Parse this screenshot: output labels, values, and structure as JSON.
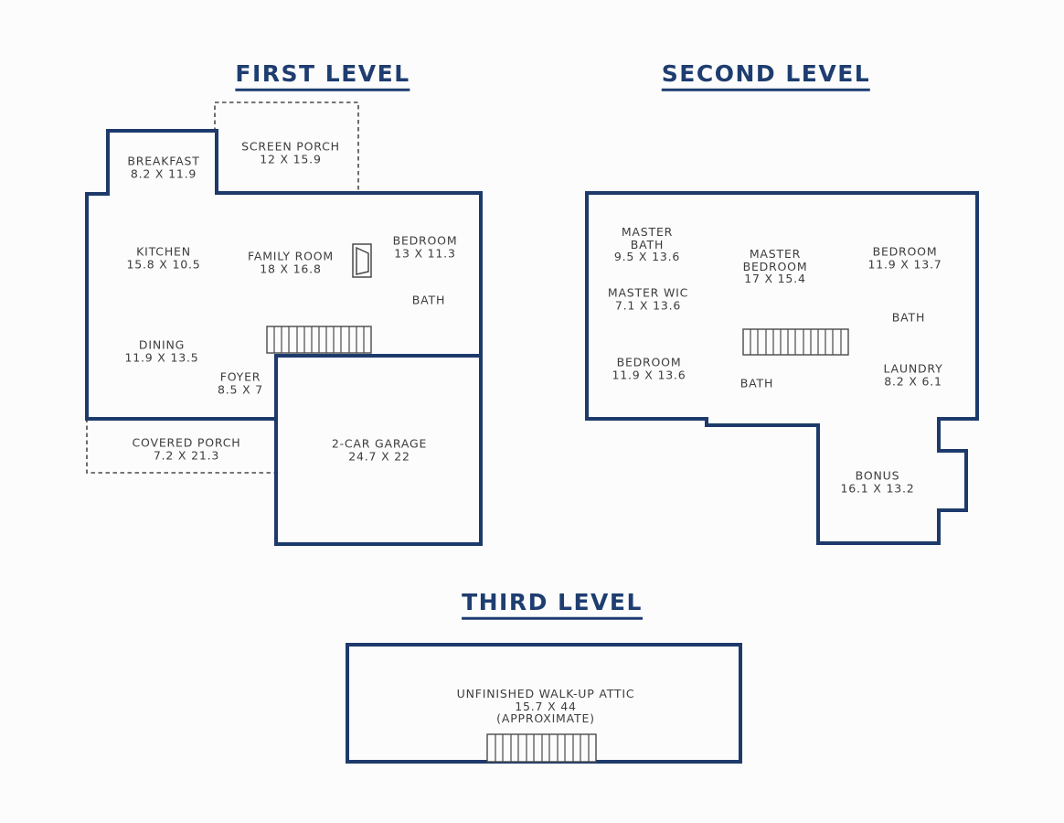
{
  "colors": {
    "wall_navy": "#1d3a6b",
    "title_navy": "#1e3d70",
    "thin_line_gray": "#4a4a4a",
    "label_gray": "#3d3d3d",
    "background": "#fcfcfc"
  },
  "levels": {
    "first": {
      "title": "FIRST LEVEL",
      "rooms": [
        {
          "name": "BREAKFAST",
          "dims": "8.2 X 11.9"
        },
        {
          "name": "SCREEN PORCH",
          "dims": "12 X 15.9"
        },
        {
          "name": "KITCHEN",
          "dims": "15.8 X 10.5"
        },
        {
          "name": "FAMILY ROOM",
          "dims": "18 X 16.8"
        },
        {
          "name": "BEDROOM",
          "dims": "13 X 11.3"
        },
        {
          "name": "BATH"
        },
        {
          "name": "DINING",
          "dims": "11.9 X 13.5"
        },
        {
          "name": "FOYER",
          "dims": "8.5 X 7"
        },
        {
          "name": "COVERED PORCH",
          "dims": "7.2 X 21.3"
        },
        {
          "name": "2-CAR GARAGE",
          "dims": "24.7 X 22"
        }
      ]
    },
    "second": {
      "title": "SECOND LEVEL",
      "rooms": [
        {
          "name": "MASTER BATH",
          "dims": "9.5 X 13.6"
        },
        {
          "name": "MASTER BEDROOM",
          "dims": "17 X 15.4"
        },
        {
          "name": "BEDROOM",
          "dims": "11.9 X 13.7"
        },
        {
          "name": "MASTER WIC",
          "dims": "7.1 X 13.6"
        },
        {
          "name": "BATH"
        },
        {
          "name": "BEDROOM",
          "dims": "11.9 X 13.6"
        },
        {
          "name": "BATH"
        },
        {
          "name": "LAUNDRY",
          "dims": "8.2 X 6.1"
        },
        {
          "name": "BONUS",
          "dims": "16.1 X 13.2"
        }
      ]
    },
    "third": {
      "title": "THIRD LEVEL",
      "rooms": [
        {
          "name": "UNFINISHED WALK-UP ATTIC",
          "dims": "15.7 X 44",
          "note": "(APPROXIMATE)"
        }
      ]
    }
  }
}
